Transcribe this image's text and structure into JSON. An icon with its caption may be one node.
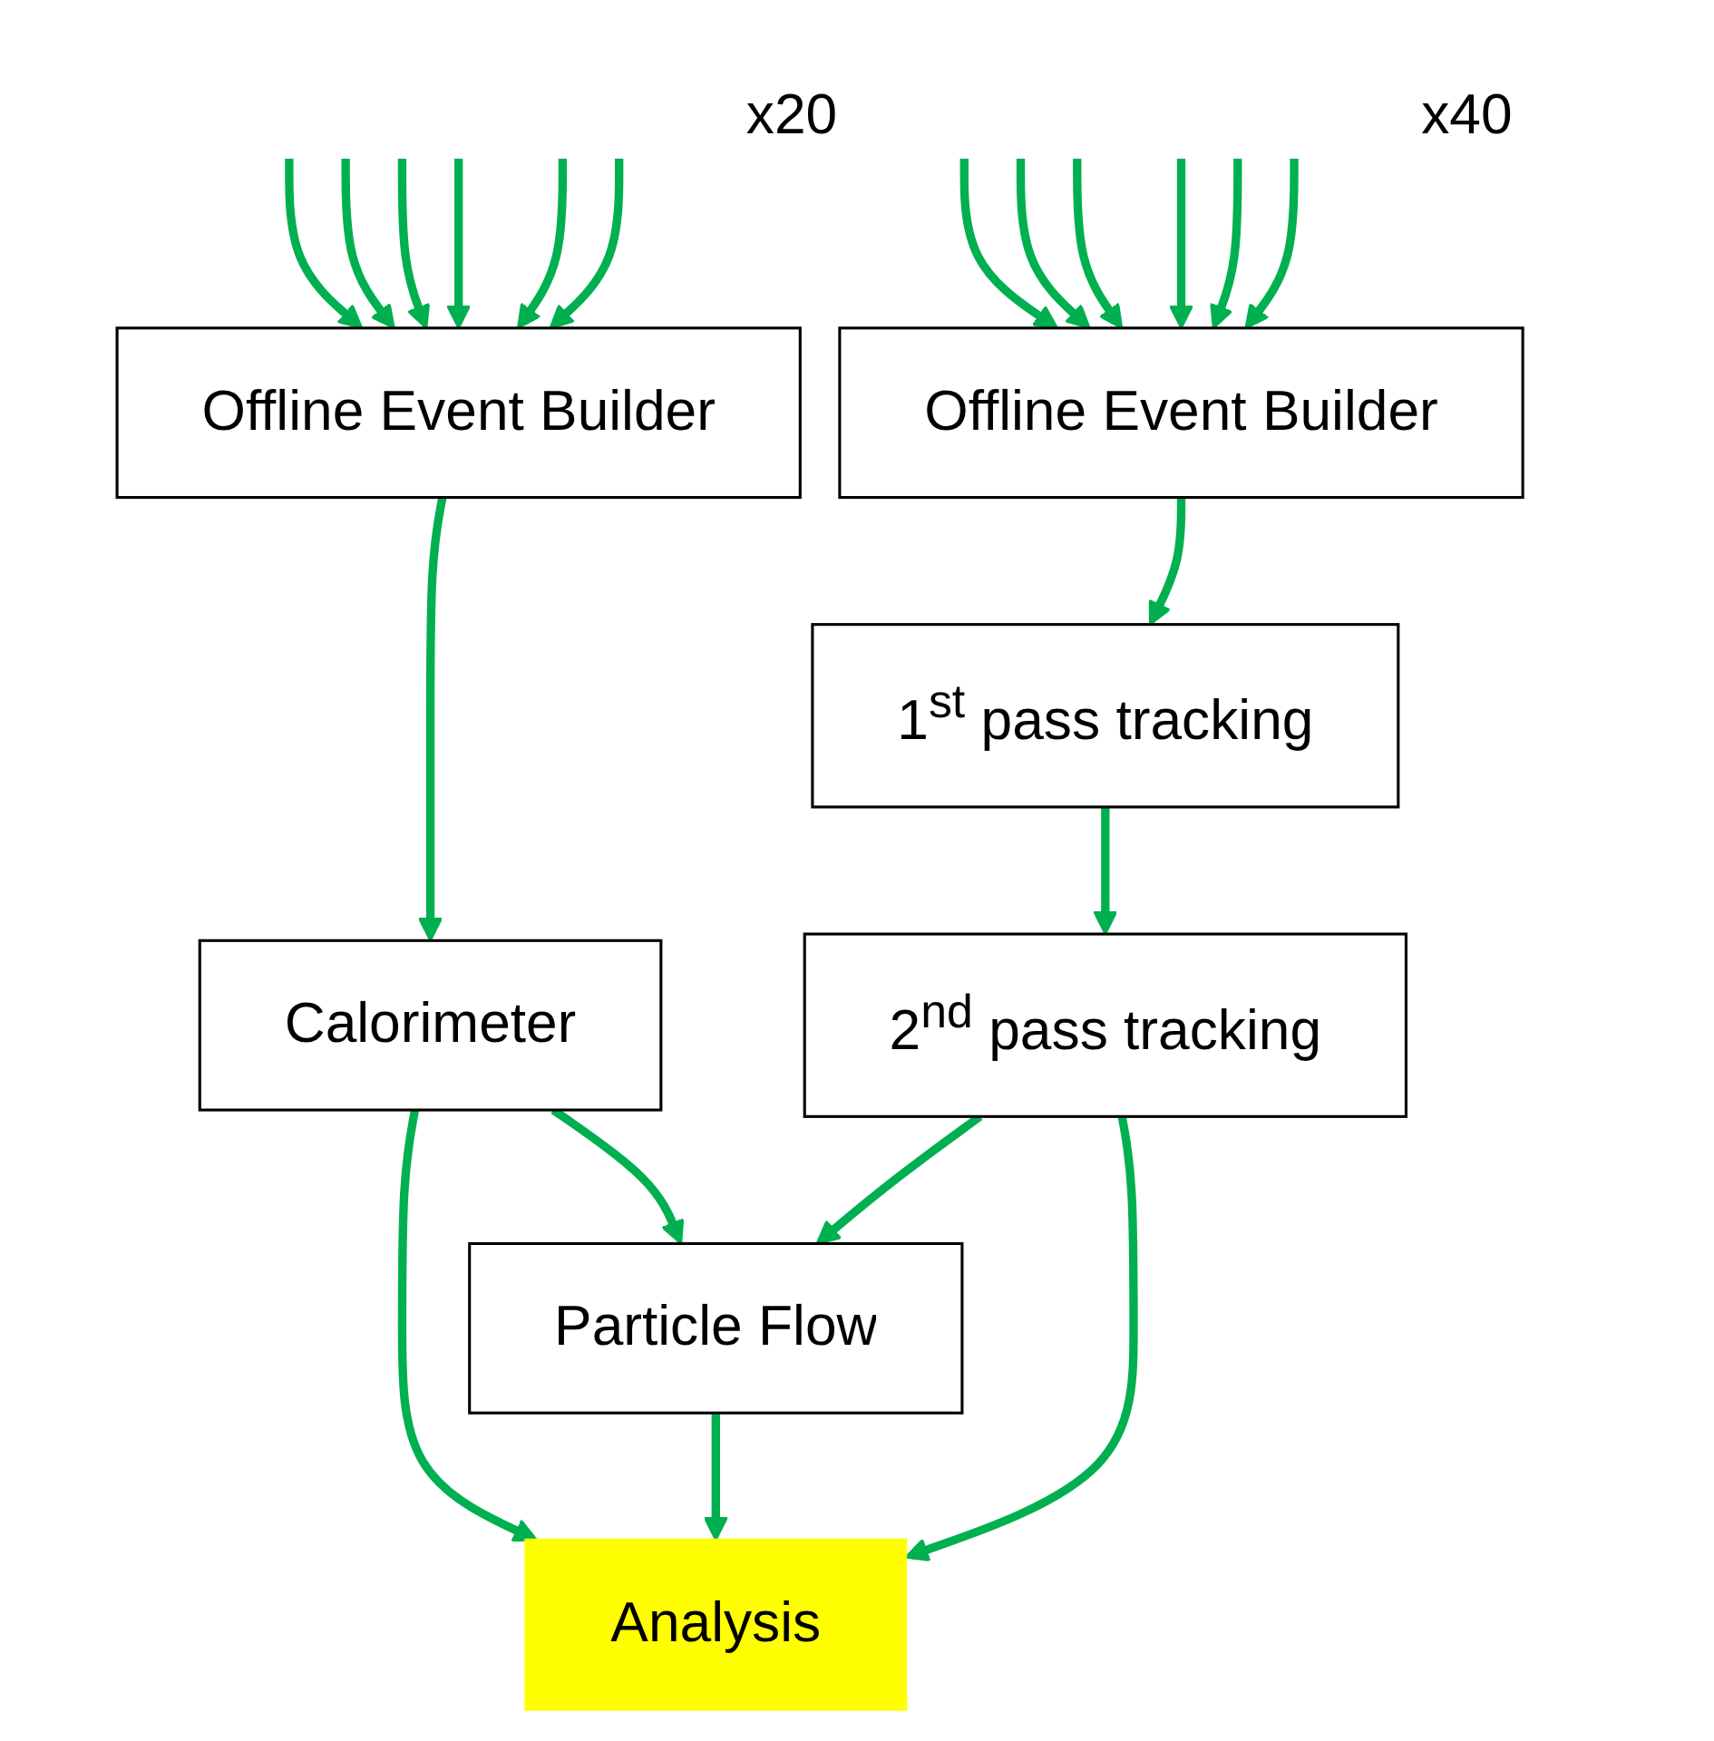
{
  "diagram": {
    "nodes": [
      {
        "text": [
          "Offline Event Builder"
        ],
        "beside": [
          "x20"
        ]
      },
      {
        "text": [
          "Offline Event Builder"
        ],
        "beside": [
          "x40"
        ]
      },
      {
        "text": [
          "Calorimeter"
        ]
      },
      {
        "text": [
          "1$^{st}$ pass tracking"
        ]
      },
      {
        "text": [
          "2$^{nd}$ pass tracking"
        ]
      },
      {
        "text": [
          "Particle Flow"
        ]
      },
      {
        "text": [
          "Analysis"
        ]
      }
    ],
    "edges": [
      {
        "from": null,
        "to": 0,
        "arrow": "to"
      },
      {
        "from": null,
        "to": 0,
        "arrow": "to"
      },
      {
        "from": null,
        "to": 0,
        "arrow": "to"
      },
      {
        "from": null,
        "to": 0,
        "arrow": "to"
      },
      {
        "from": null,
        "to": 0,
        "arrow": "to"
      },
      {
        "from": null,
        "to": 0,
        "arrow": "to"
      },
      {
        "from": null,
        "to": 1,
        "arrow": "to"
      },
      {
        "from": null,
        "to": 1,
        "arrow": "to"
      },
      {
        "from": null,
        "to": 1,
        "arrow": "to"
      },
      {
        "from": null,
        "to": 1,
        "arrow": "to"
      },
      {
        "from": null,
        "to": 1,
        "arrow": "to"
      },
      {
        "from": null,
        "to": 1,
        "arrow": "to"
      },
      {
        "from": 0,
        "to": 2,
        "arrow": "to"
      },
      {
        "from": 1,
        "to": 3,
        "arrow": "to"
      },
      {
        "from": 3,
        "to": 4,
        "arrow": "to"
      },
      {
        "from": 2,
        "to": 6,
        "arrow": "to"
      },
      {
        "from": 2,
        "to": 5,
        "arrow": "to"
      },
      {
        "from": 4,
        "to": 5,
        "arrow": "to"
      },
      {
        "from": 4,
        "to": 6,
        "arrow": "to"
      },
      {
        "from": 5,
        "to": 6,
        "arrow": "to"
      }
    ]
  }
}
